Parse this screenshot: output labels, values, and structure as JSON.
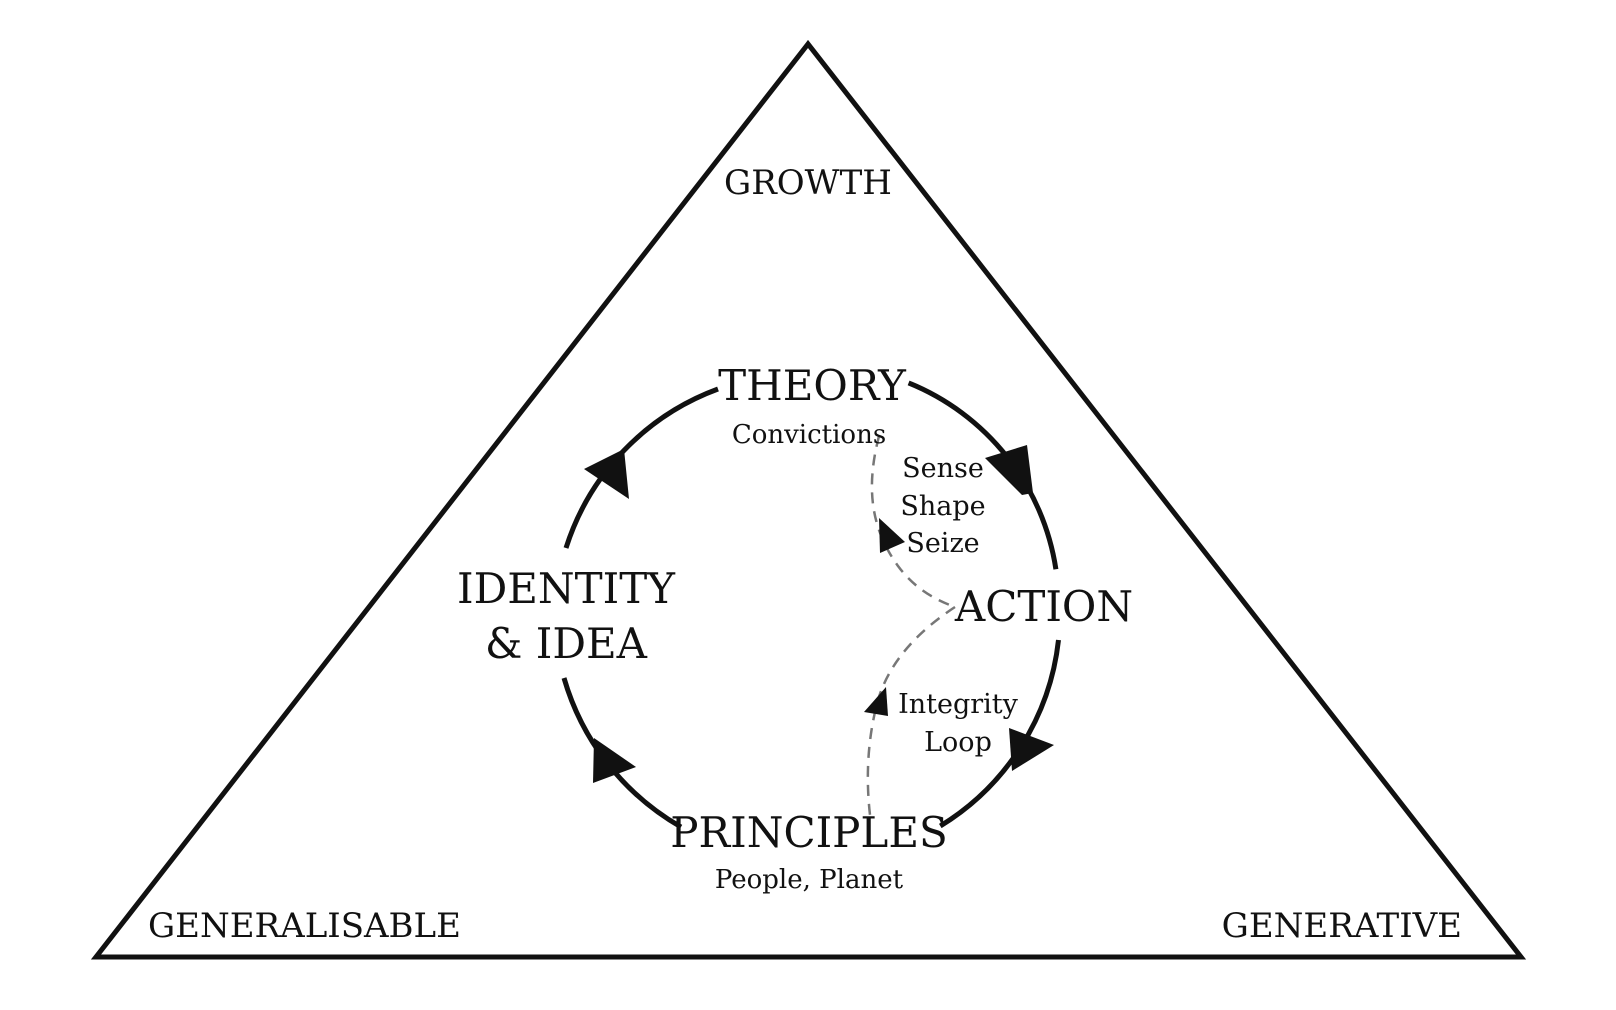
{
  "colors": {
    "ink": "#111111",
    "dashed": "#777777",
    "background": "#ffffff"
  },
  "corners": {
    "top": "GROWTH",
    "bottom_left": "GENERALISABLE",
    "bottom_right": "GENERATIVE"
  },
  "cycle": {
    "theory": {
      "title": "THEORY",
      "subtitle": "Convictions"
    },
    "action": {
      "title": "ACTION",
      "notes": [
        "Sense",
        "Shape",
        "Seize"
      ]
    },
    "principles": {
      "title": "PRINCIPLES",
      "subtitle": "People, Planet"
    },
    "identity": {
      "lines": [
        "IDENTITY",
        "& IDEA"
      ]
    }
  },
  "integrity_loop": {
    "lines": [
      "Integrity",
      "Loop"
    ]
  }
}
